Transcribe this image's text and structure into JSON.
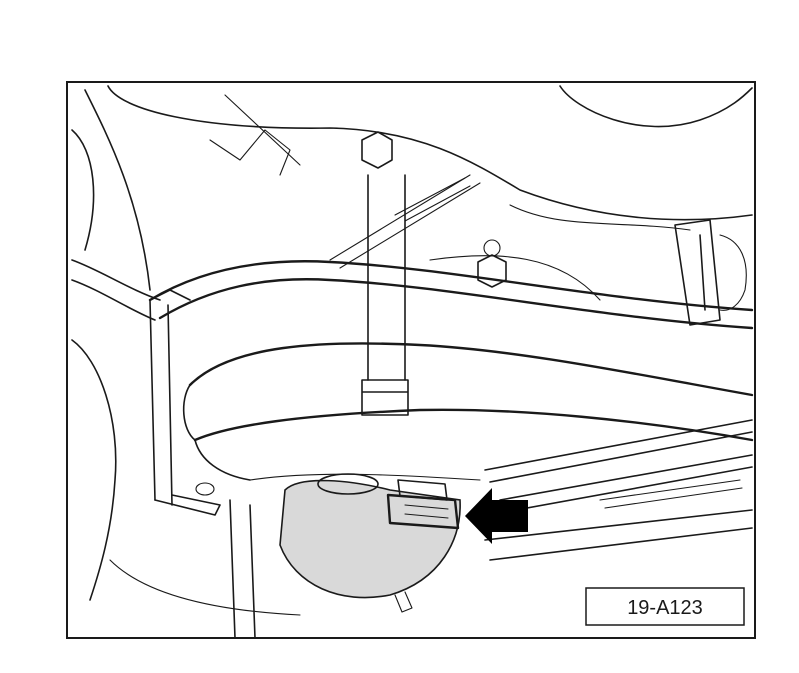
{
  "figure": {
    "reference_label": "19-A123",
    "colors": {
      "background": "#ffffff",
      "line": "#1a1a1a",
      "highlight": "#d9d9d9",
      "arrow": "#000000"
    },
    "callout": {
      "type": "arrow",
      "direction": "left",
      "points_to": "hose-clamp"
    }
  }
}
